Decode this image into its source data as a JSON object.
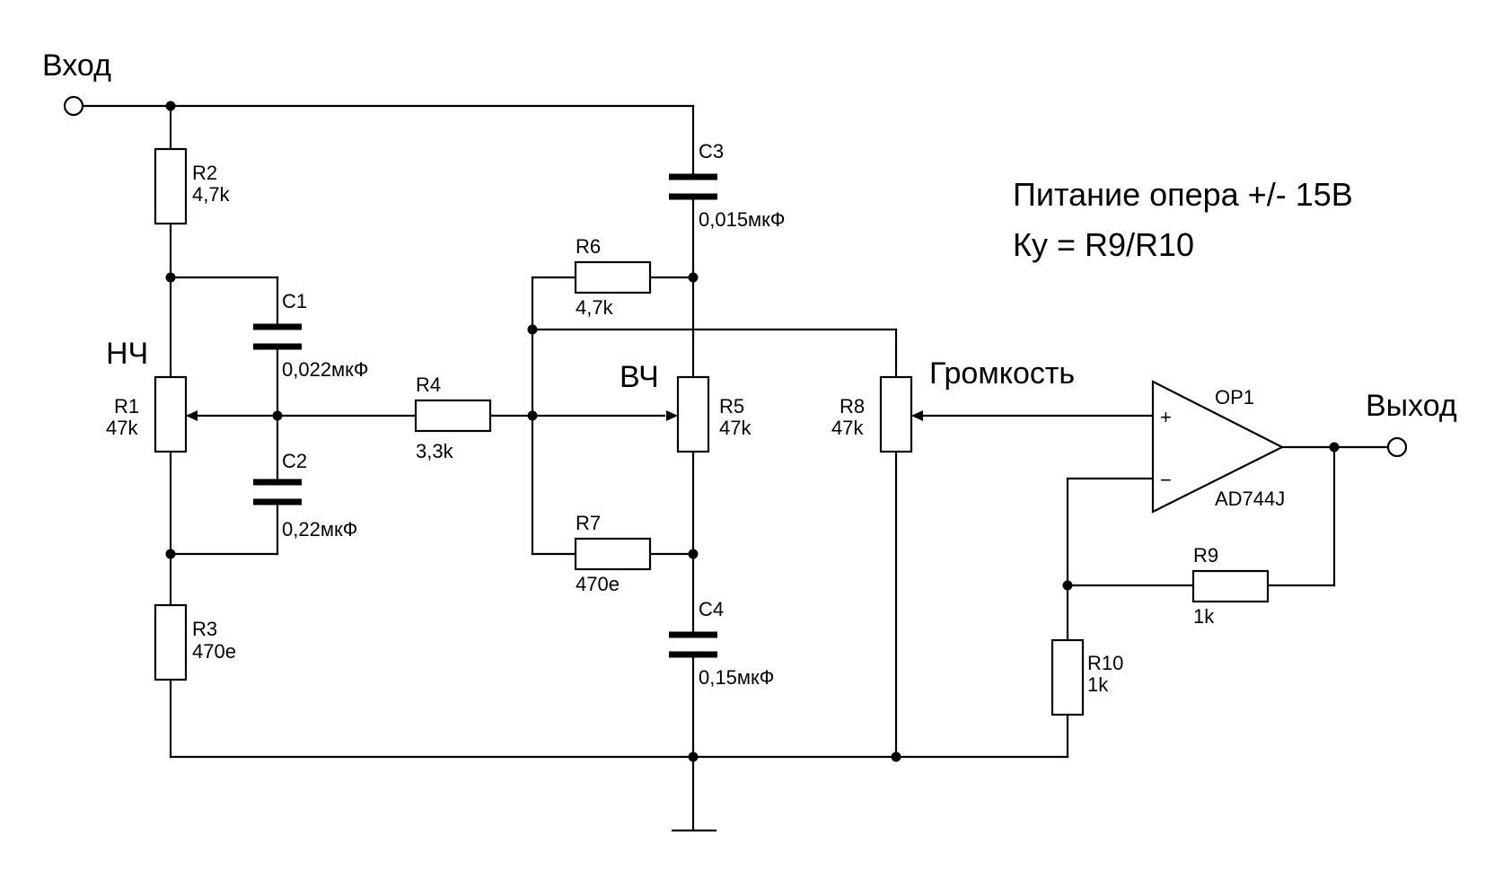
{
  "labels": {
    "input": "Вход",
    "output": "Выход",
    "bass": "НЧ",
    "treble": "ВЧ",
    "volume": "Громкость"
  },
  "notes": {
    "supply": "Питание опера +/- 15В",
    "gain": "Ку = R9/R10"
  },
  "components": {
    "R1": {
      "ref": "R1",
      "value": "47k"
    },
    "R2": {
      "ref": "R2",
      "value": "4,7k"
    },
    "R3": {
      "ref": "R3",
      "value": "470е"
    },
    "R4": {
      "ref": "R4",
      "value": "3,3k"
    },
    "R5": {
      "ref": "R5",
      "value": "47k"
    },
    "R6": {
      "ref": "R6",
      "value": "4,7k"
    },
    "R7": {
      "ref": "R7",
      "value": "470е"
    },
    "R8": {
      "ref": "R8",
      "value": "47k"
    },
    "R9": {
      "ref": "R9",
      "value": "1k"
    },
    "R10": {
      "ref": "R10",
      "value": "1k"
    },
    "C1": {
      "ref": "C1",
      "value": "0,022мкФ"
    },
    "C2": {
      "ref": "C2",
      "value": "0,22мкФ"
    },
    "C3": {
      "ref": "C3",
      "value": "0,015мкФ"
    },
    "C4": {
      "ref": "C4",
      "value": "0,15мкФ"
    },
    "OP1": {
      "ref": "OP1",
      "value": "AD744J",
      "plus": "+",
      "minus": "−"
    }
  }
}
